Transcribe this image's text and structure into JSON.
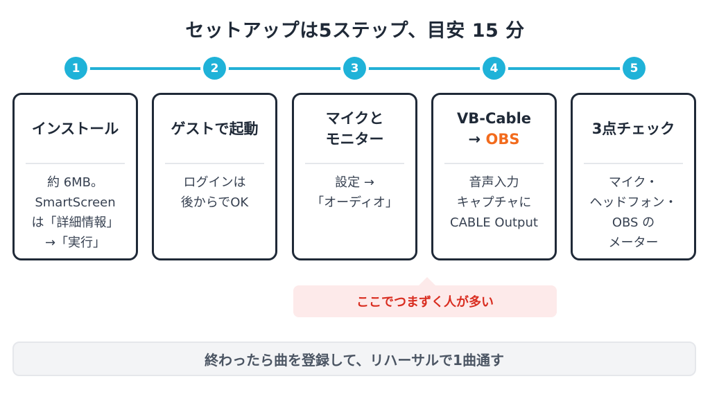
{
  "title": "セットアップは5ステップ、目安 15 分",
  "steps": [
    {
      "num": "1",
      "head": [
        "インストール"
      ],
      "body": [
        "約 6MB。",
        "SmartScreen",
        "は「詳細情報」",
        "→「実行」"
      ]
    },
    {
      "num": "2",
      "head": [
        "ゲストで起動"
      ],
      "body": [
        "ログインは",
        "後からでOK"
      ]
    },
    {
      "num": "3",
      "head": [
        "マイクと",
        "モニター"
      ],
      "body": [
        "設定 →",
        "「オーディオ」"
      ]
    },
    {
      "num": "4",
      "head": [
        "VB-Cable"
      ],
      "head_arrow": "→",
      "head_accent": "OBS",
      "body": [
        "音声入力",
        "キャプチャに",
        "CABLE Output"
      ]
    },
    {
      "num": "5",
      "head": [
        "3点チェック"
      ],
      "body": [
        "マイク・",
        "ヘッドフォン・",
        "OBS の",
        "メーター"
      ]
    }
  ],
  "callout": "ここでつまずく人が多い",
  "footer": "終わったら曲を登録して、リハーサルで1曲通す",
  "colors": {
    "accent_blue": "#1fb2d8",
    "accent_orange": "#f26b1d",
    "warn_red": "#d92d20",
    "warn_bg": "#fdeaea"
  }
}
